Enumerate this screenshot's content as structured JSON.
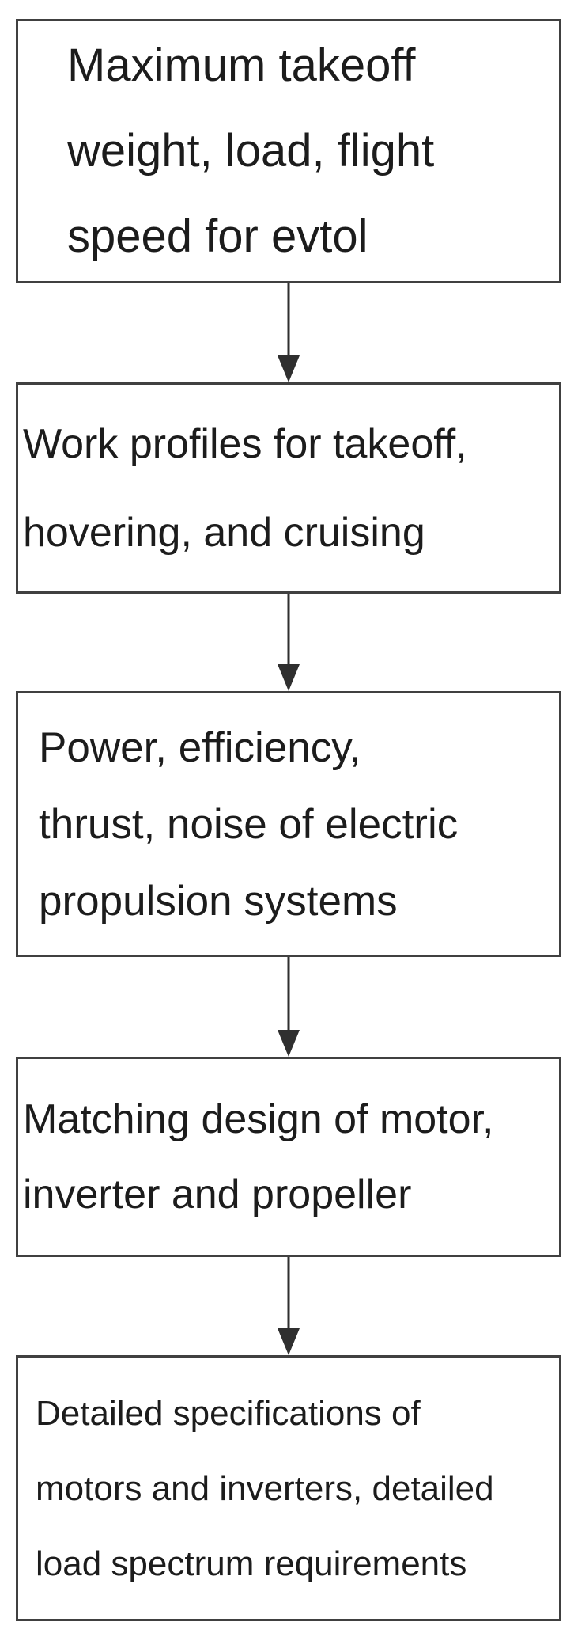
{
  "flowchart": {
    "nodes": [
      {
        "text": "Maximum takeoff weight, load, flight speed for evtol",
        "lines": [
          "Maximum takeoff",
          "weight, load, flight",
          "speed for evtol"
        ]
      },
      {
        "text": "Work profiles for takeoff, hovering, and cruising",
        "lines": [
          "Work profiles for takeoff,",
          "hovering, and cruising"
        ]
      },
      {
        "text": "Power, efficiency, thrust, noise of electric propulsion systems",
        "lines": [
          "Power, efficiency,",
          "thrust, noise of electric",
          "propulsion systems"
        ]
      },
      {
        "text": "Matching design of motor, inverter and propeller",
        "lines": [
          "Matching design of motor,",
          "inverter and propeller"
        ]
      },
      {
        "text": "Detailed specifications of motors and inverters, detailed load spectrum requirements",
        "lines": [
          "Detailed specifications of",
          "motors and inverters, detailed",
          "load spectrum requirements"
        ]
      }
    ],
    "colors": {
      "border": "#404040",
      "text": "#1c1c1c",
      "arrow": "#2f2f2f",
      "background": "#ffffff"
    }
  }
}
